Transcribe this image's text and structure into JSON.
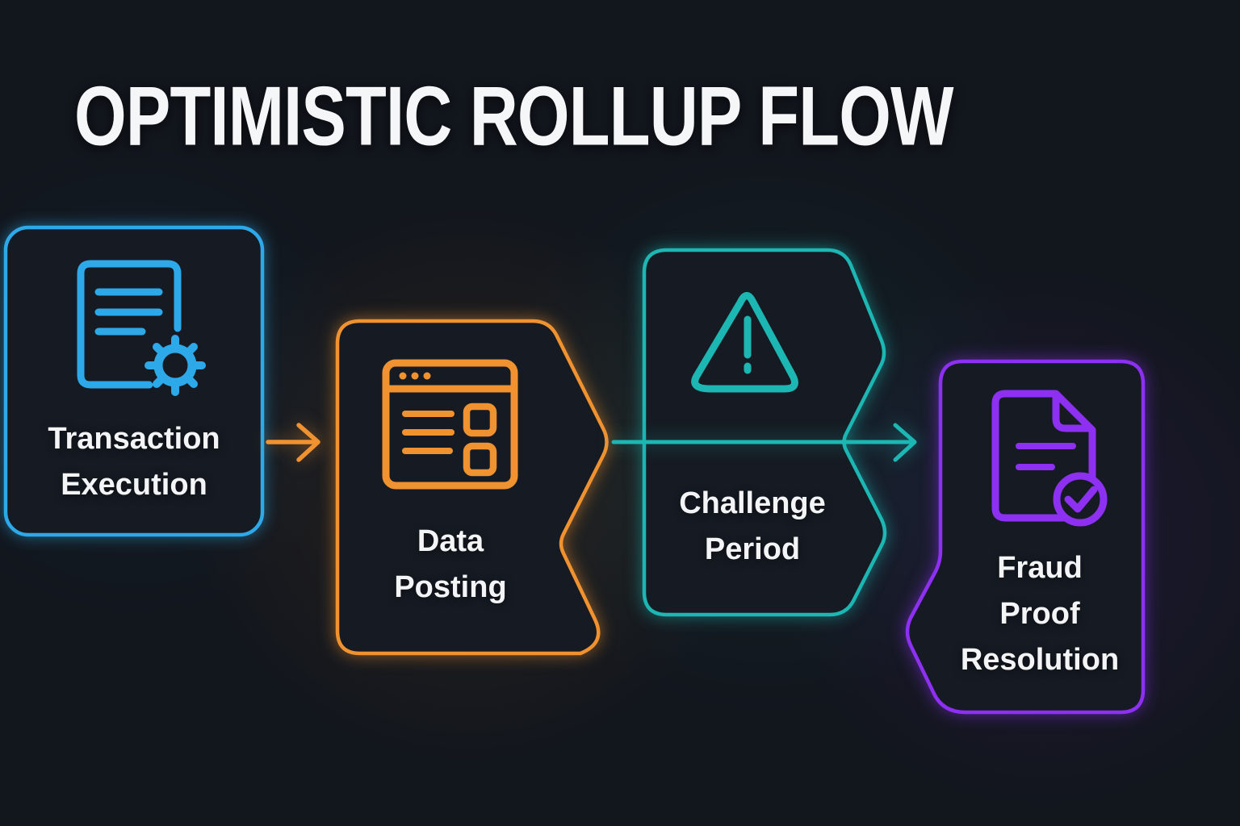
{
  "title": "OPTIMISTIC ROLLUP FLOW",
  "palette": {
    "background": "#12161d",
    "panel_fill": "#161b23",
    "blue": "#2da9e9",
    "orange": "#f0922f",
    "teal": "#1cb6b3",
    "purple": "#8d30f2",
    "text": "#f3f4f6"
  },
  "nodes": [
    {
      "id": "transaction-execution",
      "label": "Transaction Execution",
      "lines": [
        "Transaction",
        "Execution"
      ],
      "accent": "#2da9e9",
      "icon": "document-gear-icon",
      "shape": "rounded-rectangle"
    },
    {
      "id": "data-posting",
      "label": "Data Posting",
      "lines": [
        "Data",
        "Posting"
      ],
      "accent": "#f0922f",
      "icon": "browser-list-icon",
      "shape": "chevron-right-panel"
    },
    {
      "id": "challenge-period",
      "label": "Challenge Period",
      "lines": [
        "Challenge",
        "Period"
      ],
      "accent": "#1cb6b3",
      "icon": "warning-triangle-icon",
      "shape": "double-chevron-panel"
    },
    {
      "id": "fraud-proof-resolution",
      "label": "Fraud Proof Resolution",
      "lines": [
        "Fraud",
        "Proof",
        "Resolution"
      ],
      "accent": "#8d30f2",
      "icon": "document-check-icon",
      "shape": "notched-rounded-rectangle"
    }
  ],
  "connectors": [
    {
      "from": "transaction-execution",
      "to": "data-posting",
      "color": "#f0922f",
      "type": "arrow"
    },
    {
      "from": "data-posting",
      "to": "fraud-proof-resolution",
      "via": "challenge-period",
      "color": "#1cb6b3",
      "type": "arrow"
    }
  ]
}
